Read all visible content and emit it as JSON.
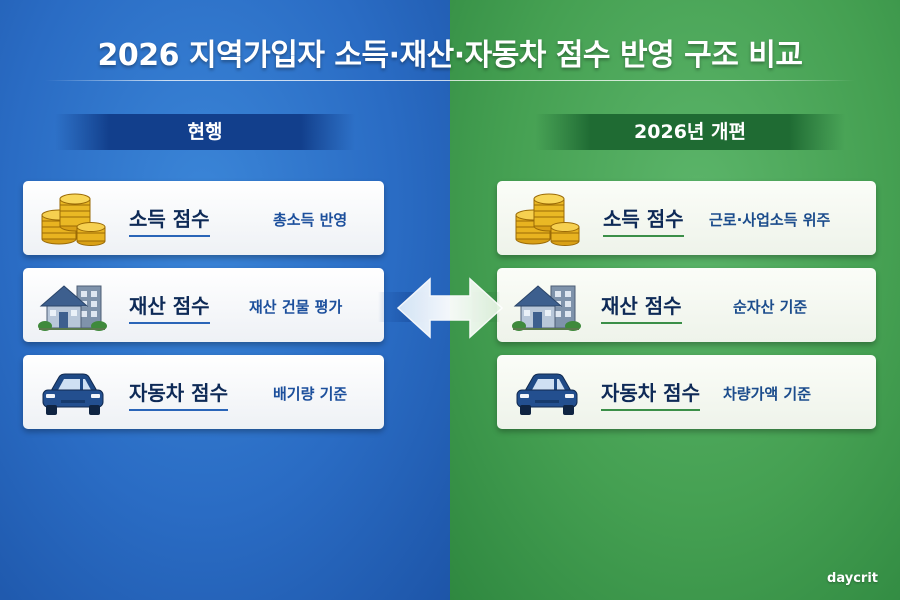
{
  "title": "2026 지역가입자 소득·재산·자동차 점수 반영 구조 비교",
  "columns": {
    "current": {
      "header": "현행",
      "rows": [
        {
          "label": "소득 점수",
          "desc": "총소득 반영",
          "icon": "coins-icon"
        },
        {
          "label": "재산 점수",
          "desc": "재산 건물 평가",
          "icon": "house-icon"
        },
        {
          "label": "자동차 점수",
          "desc": "배기량 기준",
          "icon": "car-icon"
        }
      ]
    },
    "reform": {
      "header": "2026년 개편",
      "rows": [
        {
          "label": "소득 점수",
          "desc": "근로·사업소득 위주",
          "icon": "coins-icon"
        },
        {
          "label": "재산 점수",
          "desc": "순자산 기준",
          "icon": "house-icon"
        },
        {
          "label": "자동차 점수",
          "desc": "차량가액 기준",
          "icon": "car-icon"
        }
      ]
    }
  },
  "arrow_icon": "double-arrow-icon",
  "brand": "daycrit",
  "colors": {
    "current_bg": "#2a6cc4",
    "reform_bg": "#45a052",
    "label_text": "#0e2a57",
    "desc_text": "#1c4f9c"
  }
}
